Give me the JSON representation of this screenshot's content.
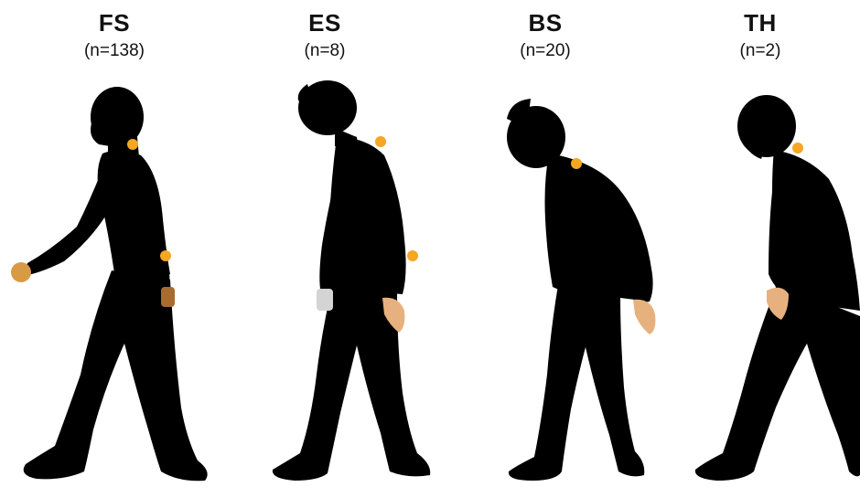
{
  "colors": {
    "background": "#ffffff",
    "silhouette": "#000000",
    "marker": "#f5a623",
    "skin": "#e7b17f"
  },
  "figures": [
    {
      "id": "fs",
      "title": "FS",
      "count": "(n=138)"
    },
    {
      "id": "es",
      "title": "ES",
      "count": "(n=8)"
    },
    {
      "id": "bs",
      "title": "BS",
      "count": "(n=20)"
    },
    {
      "id": "th",
      "title": "TH",
      "count": "(n=2)"
    }
  ]
}
